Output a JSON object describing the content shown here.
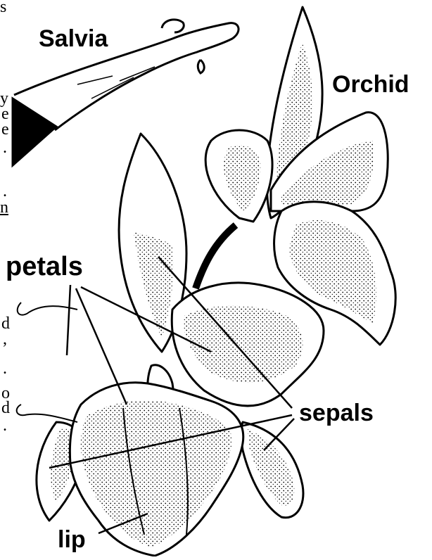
{
  "labels": {
    "salvia": "Salvia",
    "orchid": "Orchid",
    "petals": "petals",
    "sepals": "sepals",
    "lip": "lip"
  },
  "edge_text": [
    "s",
    "y",
    "e",
    "e",
    ".",
    ".",
    "n",
    "d",
    ",",
    ".",
    "o",
    "d",
    "."
  ],
  "colors": {
    "ink": "#000000",
    "paper": "#ffffff"
  }
}
